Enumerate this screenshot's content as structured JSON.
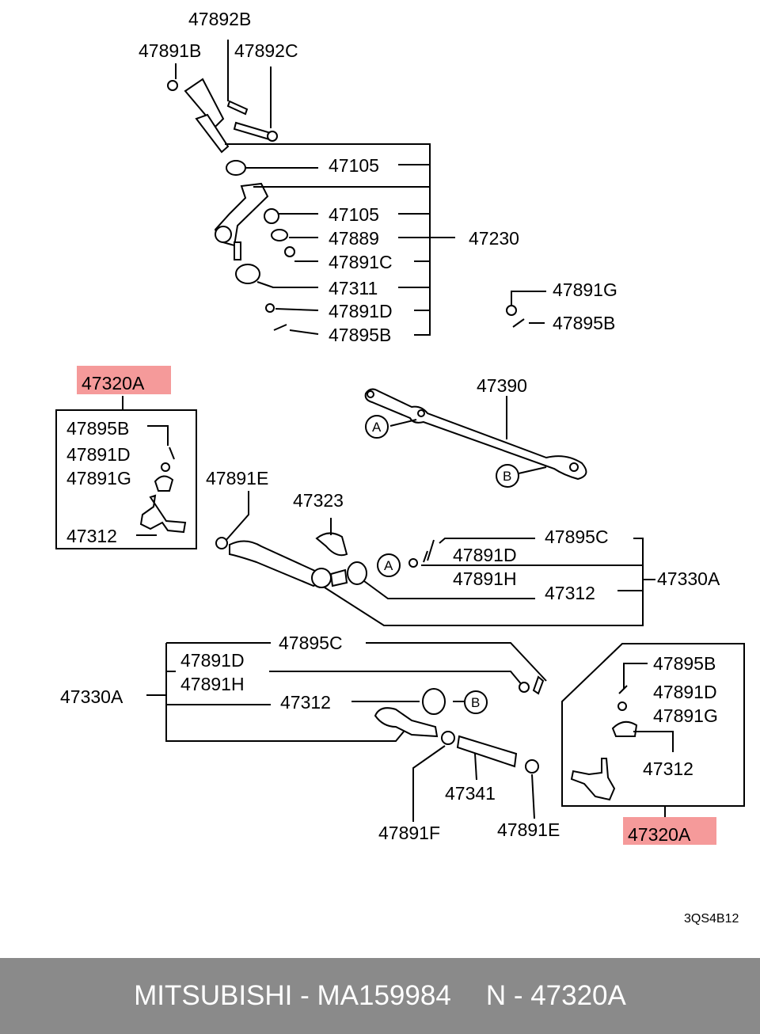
{
  "diagram": {
    "labels": {
      "l47892B": "47892B",
      "l47891B": "47891B",
      "l47892C": "47892C",
      "l47105a": "47105",
      "l47105b": "47105",
      "l47889": "47889",
      "l47891C": "47891C",
      "l47230": "47230",
      "l47311": "47311",
      "l47891D_top": "47891D",
      "l47895B_top": "47895B",
      "l47891G_r": "47891G",
      "l47895B_r": "47895B",
      "l47320A_top": "47320A",
      "l47390": "47390",
      "l47895B_box": "47895B",
      "l47891D_box": "47891D",
      "l47891G_box": "47891G",
      "l47312_box": "47312",
      "l47891E_mid": "47891E",
      "l47323": "47323",
      "l47895C_mid": "47895C",
      "l47891D_mid": "47891D",
      "l47891H_mid": "47891H",
      "l47312_mid": "47312",
      "l47330A_r": "47330A",
      "l47895C_low": "47895C",
      "l47891D_low": "47891D",
      "l47891H_low": "47891H",
      "l47330A_l": "47330A",
      "l47312_low": "47312",
      "l47341": "47341",
      "l47891F": "47891F",
      "l47891E_low": "47891E",
      "l47895B_rb": "47895B",
      "l47891D_rb": "47891D",
      "l47891G_rb": "47891G",
      "l47312_rb": "47312",
      "l47320A_bottom": "47320A",
      "ref": "3QS4B12"
    },
    "markers": {
      "a1": "A",
      "b1": "B",
      "a2": "A",
      "b2": "B"
    },
    "highlight_color": "#f59a9a"
  },
  "footer": {
    "brand_part": "MITSUBISHI - MA159984",
    "ref": "N - 47320A"
  }
}
